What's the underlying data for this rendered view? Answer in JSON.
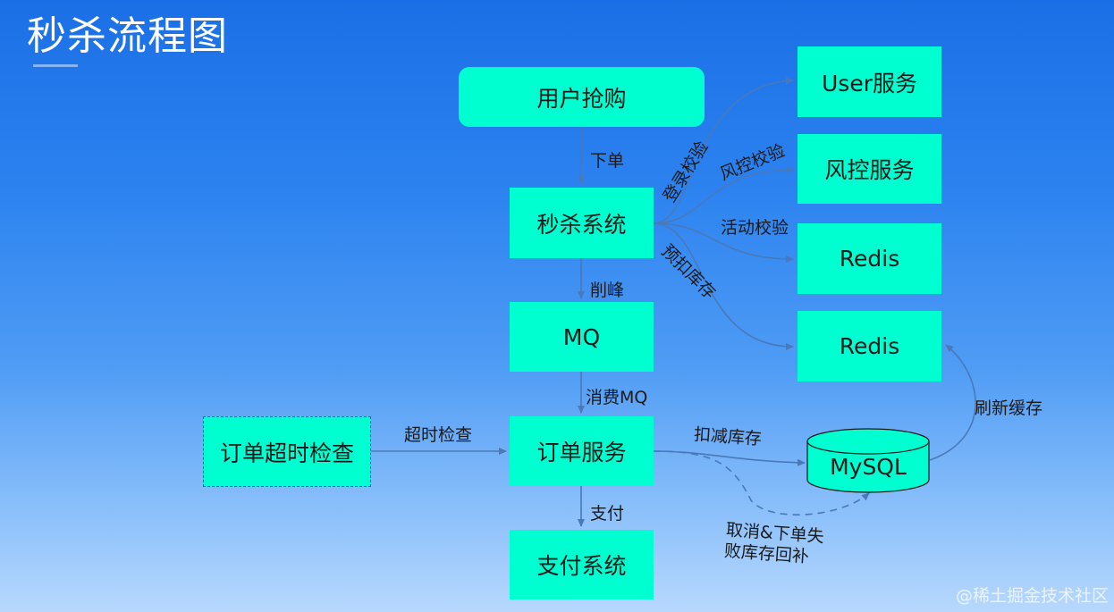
{
  "title": "秒杀流程图",
  "nodes": {
    "user_buy": "用户抢购",
    "seckill_system": "秒杀系统",
    "mq": "MQ",
    "order_service": "订单服务",
    "pay_system": "支付系统",
    "order_timeout_check": "订单超时检查",
    "user_service": "User服务",
    "risk_service": "风控服务",
    "redis_1": "Redis",
    "redis_2": "Redis",
    "mysql": "MySQL"
  },
  "edges": {
    "place_order": "下单",
    "peak_shaving": "削峰",
    "consume_mq": "消费MQ",
    "pay": "支付",
    "timeout_check": "超时检查",
    "login_check": "登录校验",
    "risk_check": "风控校验",
    "activity_check": "活动校验",
    "pre_deduct_stock": "预扣库存",
    "deduct_stock": "扣减库存",
    "refresh_cache": "刷新缓存",
    "rollback_line1": "取消&下单失",
    "rollback_line2": "败库存回补"
  },
  "watermark": "@稀土掘金技术社区"
}
